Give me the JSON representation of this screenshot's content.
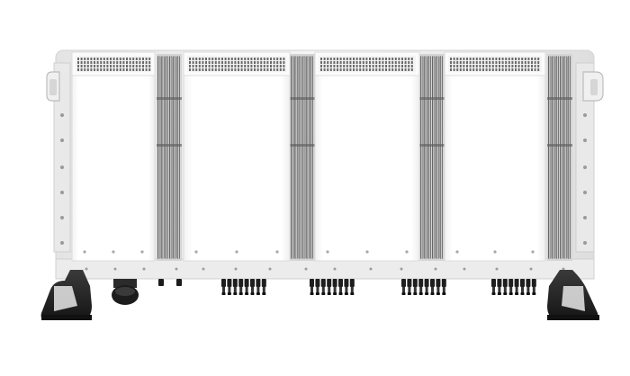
{
  "image": {
    "subject": "string-inverter-product-photo",
    "background_color": "#ffffff"
  },
  "colors": {
    "panel": "#fbfbfb",
    "panel_edge": "#dcdcdc",
    "frame": "#eeeeee",
    "frame_shadow": "#d8d8d8",
    "heatsink_dark": "#4a4a4a",
    "heatsink_mid": "#8c8c8c",
    "heatsink_light": "#d5d5d5",
    "grille": "#6a6a6a",
    "connector": "#1e1e1e",
    "foot": "#2a2a2a"
  },
  "counts": {
    "front_panels": 4,
    "heatsink_columns": 4,
    "top_grilles": 4,
    "dc_connector_groups": 4,
    "support_feet": 2
  }
}
